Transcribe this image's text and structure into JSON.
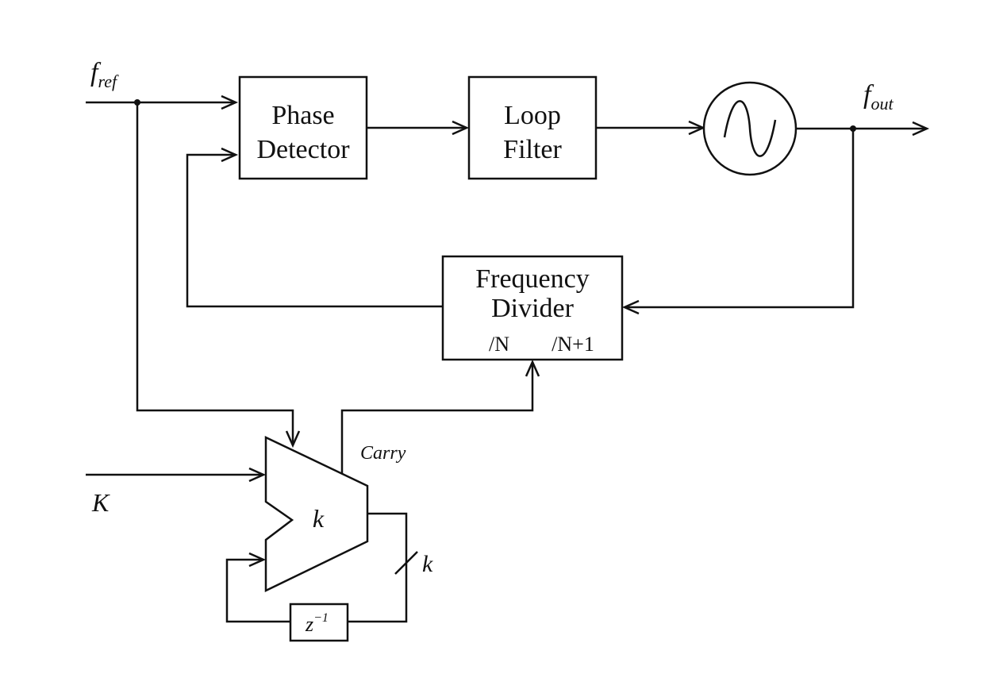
{
  "signals": {
    "f_ref": {
      "base": "f",
      "sub": "ref"
    },
    "f_out": {
      "base": "f",
      "sub": "out"
    },
    "K": "K",
    "carry": "Carry",
    "bus_width": "k"
  },
  "blocks": {
    "phase_detector": {
      "line1": "Phase",
      "line2": "Detector"
    },
    "loop_filter": {
      "line1": "Loop",
      "line2": "Filter"
    },
    "frequency_divider": {
      "line1": "Frequency",
      "line2": "Divider",
      "port_n": "/N",
      "port_n1": "/N+1"
    },
    "accumulator": {
      "label": "k"
    },
    "delay": {
      "base": "z",
      "sup": "−1"
    }
  }
}
